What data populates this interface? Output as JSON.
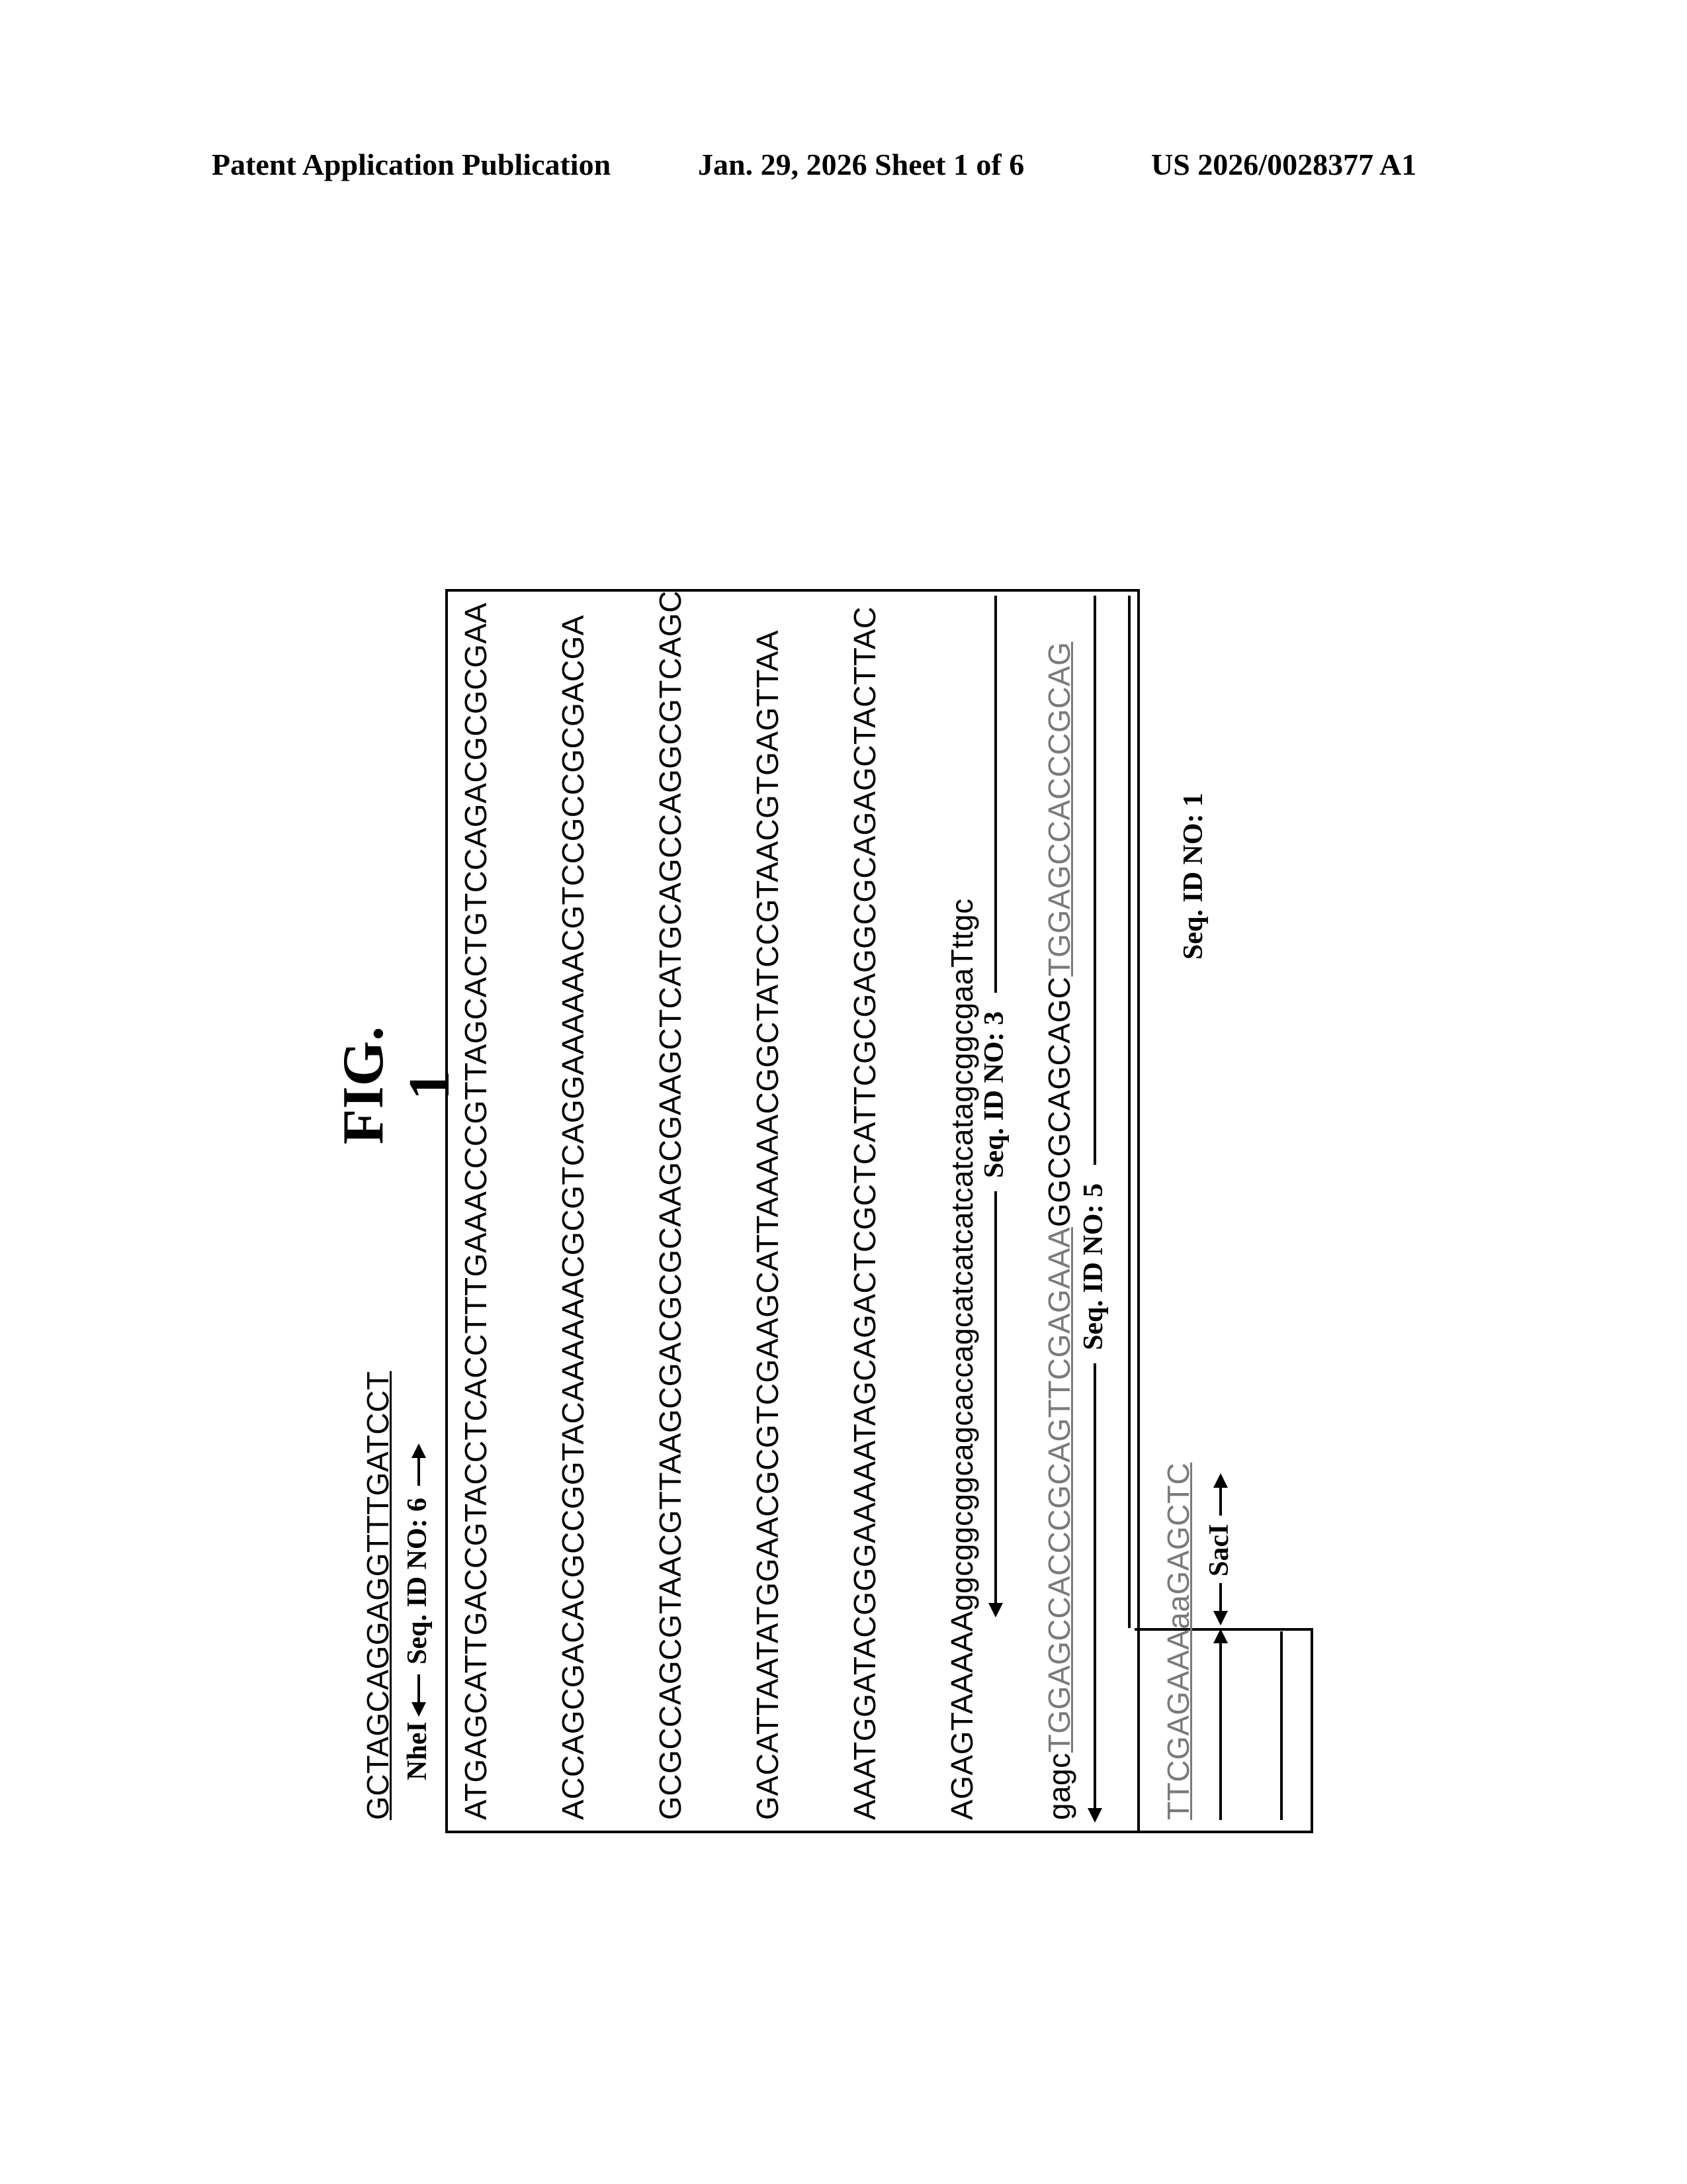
{
  "header": {
    "publication": "Patent Application Publication",
    "date_sheet": "Jan. 29, 2026  Sheet 1 of 6",
    "number": "US 2026/0028377 A1"
  },
  "figure": {
    "title": "FIG. 1",
    "orientation": "rotated 90° counter-clockwise",
    "top_sequence": "GCTAGCAGGAGGTTTGATCCT",
    "top_labels": {
      "nhe": "NheI",
      "seq6": "Seq. ID NO: 6"
    },
    "lines": [
      "ATGAGCATTGACCGTACCTCACCTTTGAAACCCGTTAGCACTGTCCAGACGCGCGAA",
      "ACCAGCGACACGCCGGTACAAAAAACGCGTCAGGAAAAAACGTCCGCCGCGACGA",
      "GCGCCAGCGTAACGTTAAGCGACGCGCAAGCGAAGCTCATGCAGCCAGGCGTCAGC",
      "GACATTAATATGGAACGCGTCGAAGCATTAAAAACGGCTATCCGTAACGTGAGTTAA",
      "AAATGGATACGGGAAAAATAGCAGACTCGCTCATTCGCGAGGCGCAGAGCTACTTAC"
    ],
    "line6": {
      "upper": "AGAGTAAAAA",
      "lower": "ggcggcggcagcaccagcatcatcatcatcatagcggcgaa",
      "tail_upper": "T",
      "tail_lower": "ttgc"
    },
    "line7": {
      "lower": "gagc",
      "gray": "TGGAGCCACCCGCAGTTCGAGAAA",
      "black": "GGCGCAGCAGC",
      "gray_end": "TGGAGCCACCCGCAG"
    },
    "line9": {
      "gray": "TTCGAGAAA",
      "lower": "aa",
      "sac": "GAGCTC"
    },
    "labels": {
      "seq3": "Seq. ID NO: 3",
      "seq5": "Seq. ID NO: 5",
      "seq1": "Seq. ID NO: 1",
      "sac": "SacI"
    },
    "colors": {
      "text": "#000000",
      "gray_sequence": "#7a7a7a",
      "background": "#ffffff"
    }
  }
}
